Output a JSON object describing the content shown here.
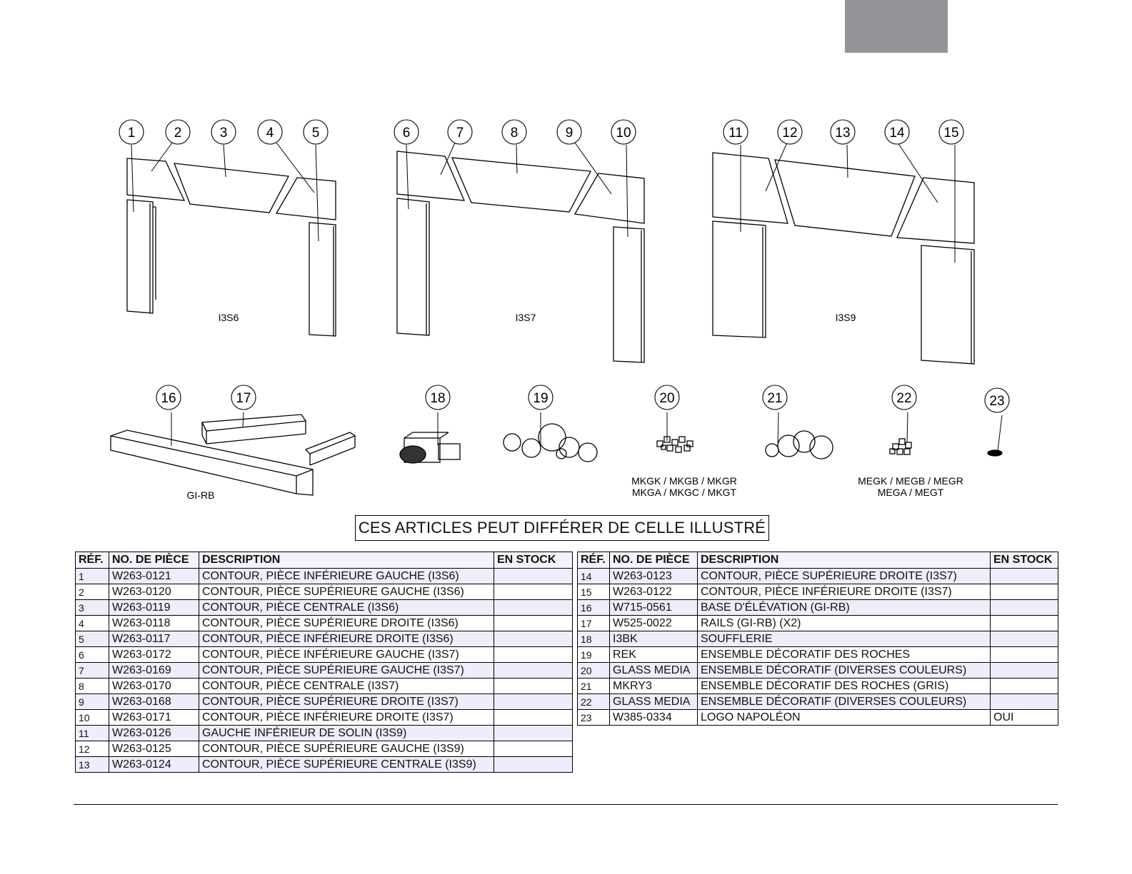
{
  "callouts": [
    "1",
    "2",
    "3",
    "4",
    "5",
    "6",
    "7",
    "8",
    "9",
    "10",
    "11",
    "12",
    "13",
    "14",
    "15",
    "16",
    "17",
    "18",
    "19",
    "20",
    "21",
    "22",
    "23"
  ],
  "model_labels": {
    "i3s6": "I3S6",
    "i3s7": "I3S7",
    "i3s9": "I3S9",
    "girb": "GI-RB",
    "mkg_line1": "MKGK / MKGB / MKGR",
    "mkg_line2": "MKGA / MKGC / MKGT",
    "meg_line1": "MEGK / MEGB / MEGR",
    "meg_line2": "MEGA / MEGT"
  },
  "notice": "CES ARTICLES PEUT DIFFÉRER DE CELLE ILLUSTRÉ",
  "table_headers": [
    "RÉF.",
    "NO. DE PIÈCE",
    "DESCRIPTION",
    "EN STOCK"
  ],
  "parts_left": [
    {
      "ref": "1",
      "part": "W263-0121",
      "desc": "CONTOUR, PIÈCE INFÉRIEURE GAUCHE (I3S6)",
      "stock": ""
    },
    {
      "ref": "2",
      "part": "W263-0120",
      "desc": "CONTOUR, PIÈCE SUPÉRIEURE GAUCHE (I3S6)",
      "stock": ""
    },
    {
      "ref": "3",
      "part": "W263-0119",
      "desc": "CONTOUR, PIÈCE CENTRALE (I3S6)",
      "stock": ""
    },
    {
      "ref": "4",
      "part": "W263-0118",
      "desc": "CONTOUR, PIÈCE SUPÉRIEURE DROITE (I3S6)",
      "stock": ""
    },
    {
      "ref": "5",
      "part": "W263-0117",
      "desc": "CONTOUR, PIÈCE INFÉRIEURE DROITE (I3S6)",
      "stock": ""
    },
    {
      "ref": "6",
      "part": "W263-0172",
      "desc": "CONTOUR, PIÈCE INFÉRIEURE GAUCHE (I3S7)",
      "stock": ""
    },
    {
      "ref": "7",
      "part": "W263-0169",
      "desc": "CONTOUR, PIÈCE SUPÉRIEURE GAUCHE (I3S7)",
      "stock": ""
    },
    {
      "ref": "8",
      "part": "W263-0170",
      "desc": "CONTOUR, PIÈCE CENTRALE (I3S7)",
      "stock": ""
    },
    {
      "ref": "9",
      "part": "W263-0168",
      "desc": "CONTOUR, PIÈCE SUPÉRIEURE DROITE (I3S7)",
      "stock": ""
    },
    {
      "ref": "10",
      "part": "W263-0171",
      "desc": "CONTOUR, PIÈCE INFÉRIEURE DROITE (I3S7)",
      "stock": ""
    },
    {
      "ref": "11",
      "part": "W263-0126",
      "desc": "GAUCHE INFÉRIEUR DE SOLIN (I3S9)",
      "stock": ""
    },
    {
      "ref": "12",
      "part": "W263-0125",
      "desc": "CONTOUR, PIÈCE SUPÉRIEURE GAUCHE (I3S9)",
      "stock": ""
    },
    {
      "ref": "13",
      "part": "W263-0124",
      "desc": "CONTOUR, PIÈCE SUPÉRIEURE CENTRALE (I3S9)",
      "stock": ""
    }
  ],
  "parts_right": [
    {
      "ref": "14",
      "part": "W263-0123",
      "desc": "CONTOUR, PIÈCE SUPÉRIEURE DROITE (I3S7)",
      "stock": ""
    },
    {
      "ref": "15",
      "part": "W263-0122",
      "desc": "CONTOUR, PIÈCE INFÉRIEURE DROITE (I3S7)",
      "stock": ""
    },
    {
      "ref": "16",
      "part": "W715-0561",
      "desc": "BASE D'ÉLÉVATION (GI-RB)",
      "stock": ""
    },
    {
      "ref": "17",
      "part": "W525-0022",
      "desc": "RAILS (GI-RB) (X2)",
      "stock": ""
    },
    {
      "ref": "18",
      "part": "I3BK",
      "desc": "SOUFFLERIE",
      "stock": ""
    },
    {
      "ref": "19",
      "part": "REK",
      "desc": "ENSEMBLE DÉCORATIF DES ROCHES",
      "stock": ""
    },
    {
      "ref": "20",
      "part": "GLASS MEDIA",
      "desc": "ENSEMBLE DÉCORATIF (DIVERSES COULEURS)",
      "stock": ""
    },
    {
      "ref": "21",
      "part": "MKRY3",
      "desc": "ENSEMBLE DÉCORATIF DES ROCHES (GRIS)",
      "stock": ""
    },
    {
      "ref": "22",
      "part": "GLASS MEDIA",
      "desc": "ENSEMBLE DÉCORATIF (DIVERSES COULEURS)",
      "stock": ""
    },
    {
      "ref": "23",
      "part": "W385-0334",
      "desc": "LOGO NAPOLÉON",
      "stock": "OUI"
    }
  ]
}
